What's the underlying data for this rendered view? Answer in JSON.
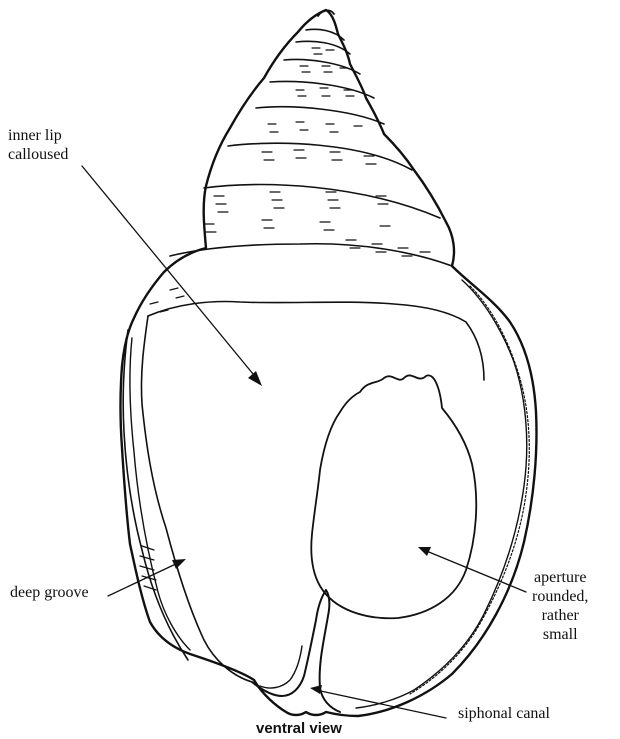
{
  "labels": {
    "inner_lip": [
      "inner lip",
      "calloused"
    ],
    "deep_groove": "deep groove",
    "aperture": [
      "aperture",
      "rounded,",
      "rather",
      "small"
    ],
    "siphonal_canal": "siphonal canal"
  },
  "caption": "ventral view",
  "colors": {
    "ink": "#111111",
    "background": "#ffffff"
  }
}
